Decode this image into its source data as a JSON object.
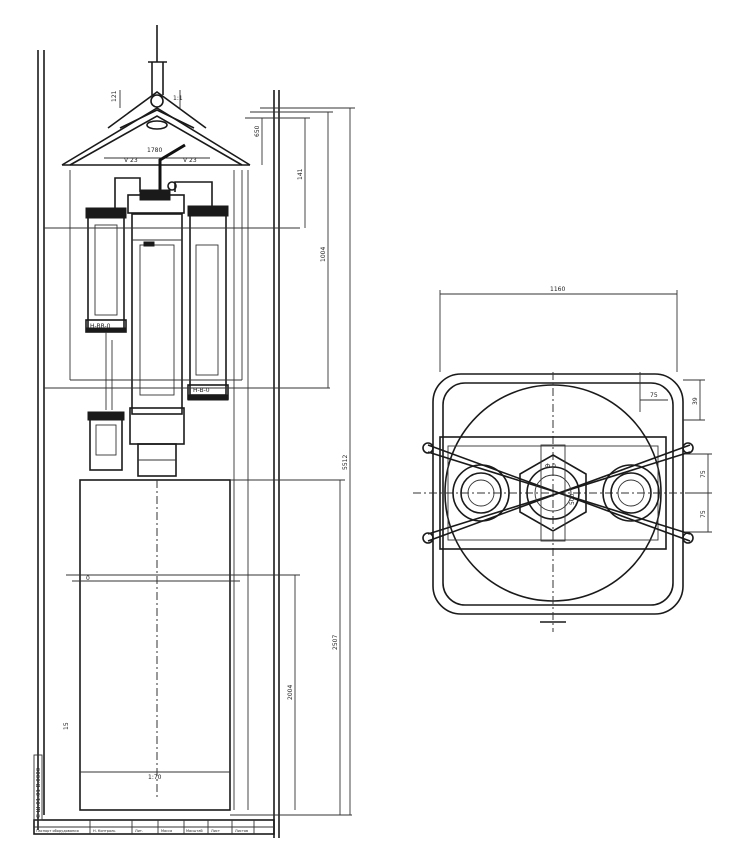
{
  "front_view": {
    "labels": {
      "top_a": "121",
      "top_b": "1:1",
      "roof_left": "V 23",
      "roof_mid": "1780",
      "roof_right": "V 23",
      "right_short": "650",
      "right_mid": "141",
      "right_long": "1004",
      "right_total": "5512",
      "lower_right": "2507",
      "lower_inner": "2004",
      "bottom_width": "1:70",
      "left_small": "15",
      "left_mark": "0",
      "pump_label_left": "H-BR-0",
      "pump_label_right": "H-B-0"
    },
    "title_block": {
      "vertical_text": "С Ш.01.01 В.0000",
      "cells": [
        "Паспорт  оборудования",
        "Н. Контроль",
        "Лит.",
        "Масса",
        "Масштаб",
        "Лист",
        "Листов"
      ]
    }
  },
  "plan_view": {
    "labels": {
      "width": "1160",
      "dim_a": "75",
      "dim_b": "39",
      "dim_c": "75",
      "dim_d": "75",
      "center_h": "Ф 0",
      "center_v": "500"
    }
  }
}
